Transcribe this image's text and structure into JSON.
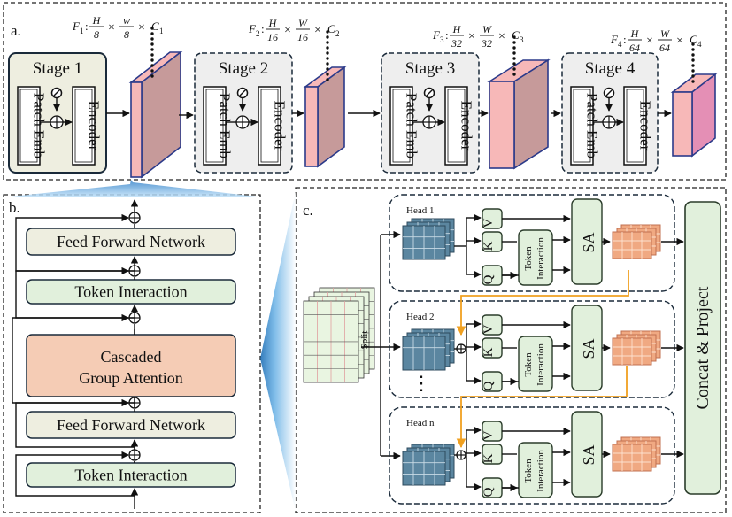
{
  "panel_a": {
    "label": "a.",
    "stages": [
      {
        "title": "Stage 1",
        "patch": "Patch Emb",
        "encoder": "Encoder"
      },
      {
        "title": "Stage 2",
        "patch": "Patch Emb",
        "encoder": "Encoder"
      },
      {
        "title": "Stage 3",
        "patch": "Patch Emb",
        "encoder": "Encoder"
      },
      {
        "title": "Stage 4",
        "patch": "Patch Emb",
        "encoder": "Encoder"
      }
    ],
    "features": [
      {
        "name": "F",
        "sub": "1",
        "h": "H",
        "hd": "8",
        "w": "w",
        "wd": "8",
        "c": "C",
        "csub": "1"
      },
      {
        "name": "F",
        "sub": "2",
        "h": "H",
        "hd": "16",
        "w": "W",
        "wd": "16",
        "c": "C",
        "csub": "2"
      },
      {
        "name": "F",
        "sub": "3",
        "h": "H",
        "hd": "32",
        "w": "W",
        "wd": "32",
        "c": "C",
        "csub": "3"
      },
      {
        "name": "F",
        "sub": "4",
        "h": "H",
        "hd": "64",
        "w": "W",
        "wd": "64",
        "c": "C",
        "csub": "4"
      }
    ],
    "symbols": {
      "times": "×",
      "colon": ":"
    }
  },
  "panel_b": {
    "label": "b.",
    "blocks": {
      "ffn_top": "Feed Forward Network",
      "ti_top": "Token Interaction",
      "cga_line1": "Cascaded",
      "cga_line2": "Group Attention",
      "ffn_bottom": "Feed Forward Network",
      "ti_bottom": "Token Interaction"
    }
  },
  "panel_c": {
    "label": "c.",
    "split": "Split",
    "heads": [
      {
        "label": "Head 1",
        "v": "V",
        "k": "K",
        "q": "Q",
        "ti1": "Token",
        "ti2": "Interaction",
        "sa": "SA"
      },
      {
        "label": "Head 2",
        "v": "V",
        "k": "K",
        "q": "Q",
        "ti1": "Token",
        "ti2": "Interaction",
        "sa": "SA"
      },
      {
        "label": "Head n",
        "v": "V",
        "k": "K",
        "q": "Q",
        "ti1": "Token",
        "ti2": "Interaction",
        "sa": "SA"
      }
    ],
    "concat": "Concat & Project",
    "ellipsis": "⋮"
  },
  "colors": {
    "stage_fill": "#eeeee0",
    "stage_gray": "#eeeeee",
    "green": "#e1f0dc",
    "green_border": "#2a3c2a",
    "cube_front": "#c69a9a",
    "cube_pink": "#f7b8b8",
    "cube_border": "#2b3a8a",
    "salmon": "#f5ccb5",
    "grid_blue": "#5b86a0",
    "grid_orange": "#f0a982",
    "orange_line": "#f0a020",
    "blue_fan": "#3a8fd0"
  }
}
